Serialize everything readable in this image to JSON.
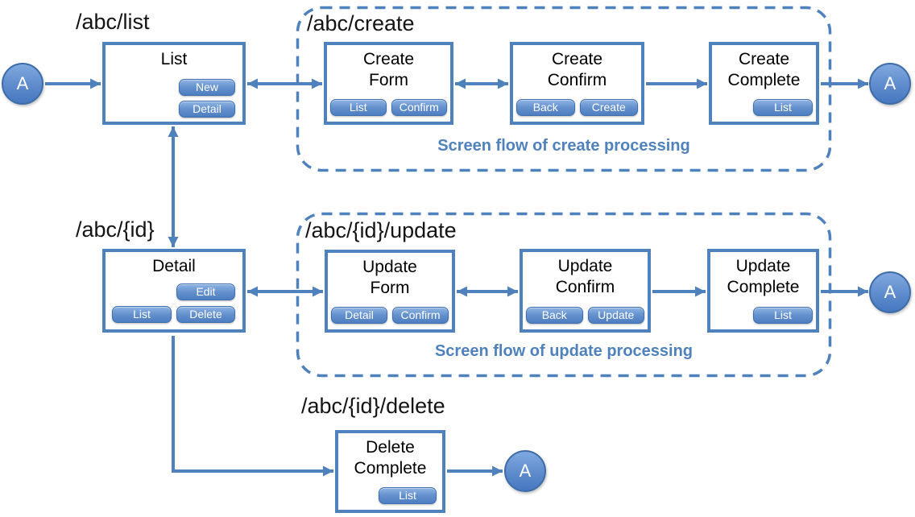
{
  "accent_color": "#4F81BD",
  "paths": {
    "list": "/abc/list",
    "create": "/abc/create",
    "id": "/abc/{id}",
    "update": "/abc/{id}/update",
    "delete": "/abc/{id}/delete"
  },
  "nodes": {
    "start": {
      "label": "A"
    },
    "create_end": {
      "label": "A"
    },
    "update_end": {
      "label": "A"
    },
    "delete_end": {
      "label": "A"
    }
  },
  "screens": {
    "list": {
      "title": "List",
      "buttons": [
        "New",
        "Detail"
      ]
    },
    "create_form": {
      "title": "Create\nForm",
      "buttons": [
        "List",
        "Confirm"
      ]
    },
    "create_confirm": {
      "title": "Create\nConfirm",
      "buttons": [
        "Back",
        "Create"
      ]
    },
    "create_complete": {
      "title": "Create\nComplete",
      "buttons": [
        "List"
      ]
    },
    "detail": {
      "title": "Detail",
      "buttons": [
        "Edit",
        "List",
        "Delete"
      ]
    },
    "update_form": {
      "title": "Update\nForm",
      "buttons": [
        "Detail",
        "Confirm"
      ]
    },
    "update_confirm": {
      "title": "Update\nConfirm",
      "buttons": [
        "Back",
        "Update"
      ]
    },
    "update_complete": {
      "title": "Update\nComplete",
      "buttons": [
        "List"
      ]
    },
    "delete_complete": {
      "title": "Delete\nComplete",
      "buttons": [
        "List"
      ]
    }
  },
  "captions": {
    "create": "Screen flow of create processing",
    "update": "Screen flow of update processing"
  }
}
